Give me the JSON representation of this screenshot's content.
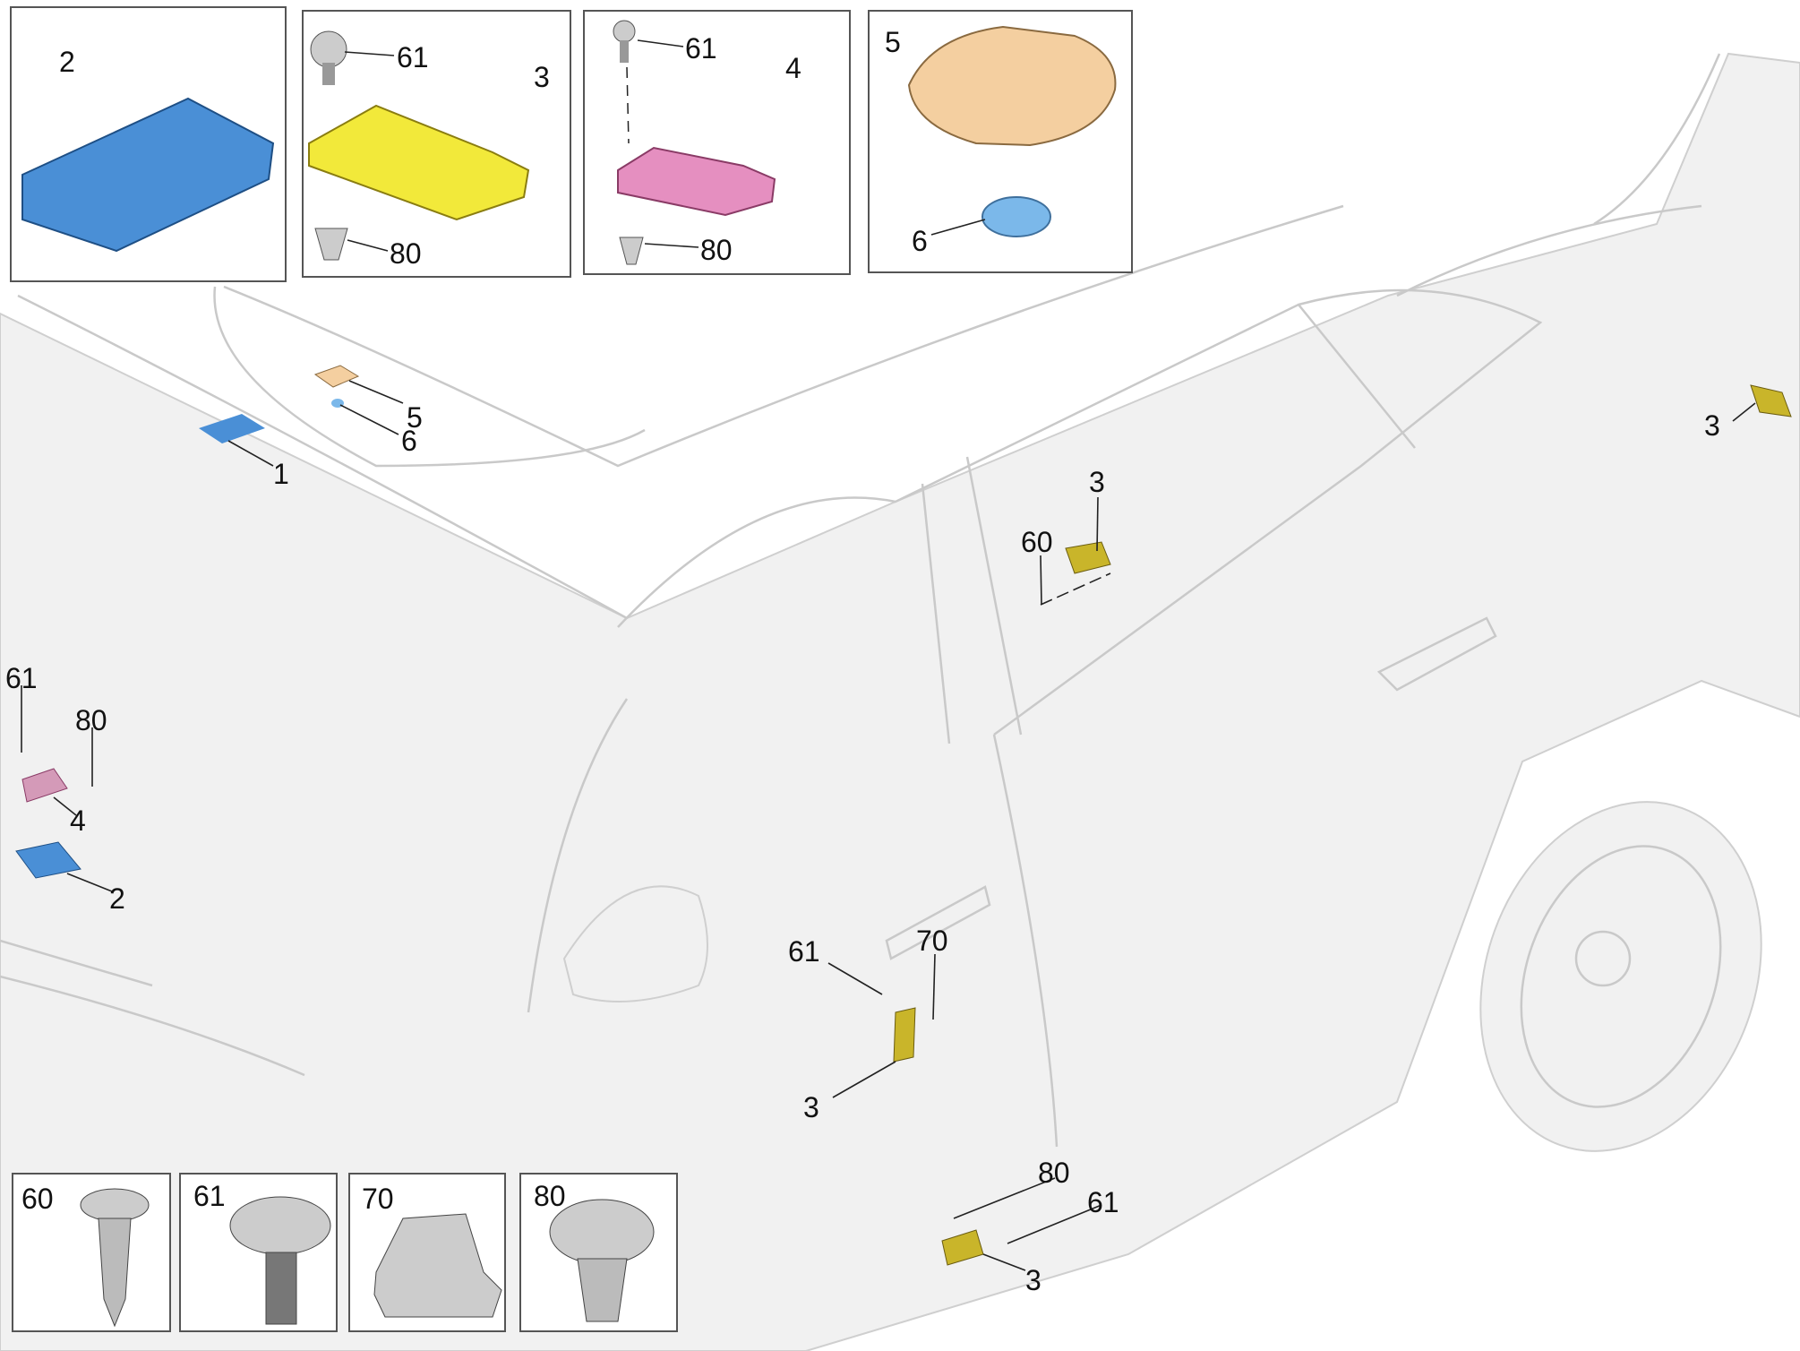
{
  "diagram": {
    "colors": {
      "module_blue": "#4a8fd6",
      "antenna_yellow": "#f2e93a",
      "antenna_pink": "#e58fc0",
      "roof_antenna": "#f4cfa0",
      "pad_blue": "#7bb8ea",
      "car_body": "#f1f1f1"
    },
    "insets_top": [
      {
        "label": "2"
      },
      {
        "labels": [
          "61",
          "3",
          "80"
        ]
      },
      {
        "labels": [
          "61",
          "4",
          "80"
        ]
      },
      {
        "labels": [
          "5",
          "6"
        ]
      }
    ],
    "insets_bottom": [
      {
        "label": "60"
      },
      {
        "label": "61"
      },
      {
        "label": "70"
      },
      {
        "label": "80"
      }
    ],
    "callouts": [
      "5",
      "6",
      "1",
      "3",
      "60",
      "3",
      "61",
      "80",
      "4",
      "2",
      "61",
      "70",
      "3",
      "80",
      "61",
      "3"
    ]
  }
}
